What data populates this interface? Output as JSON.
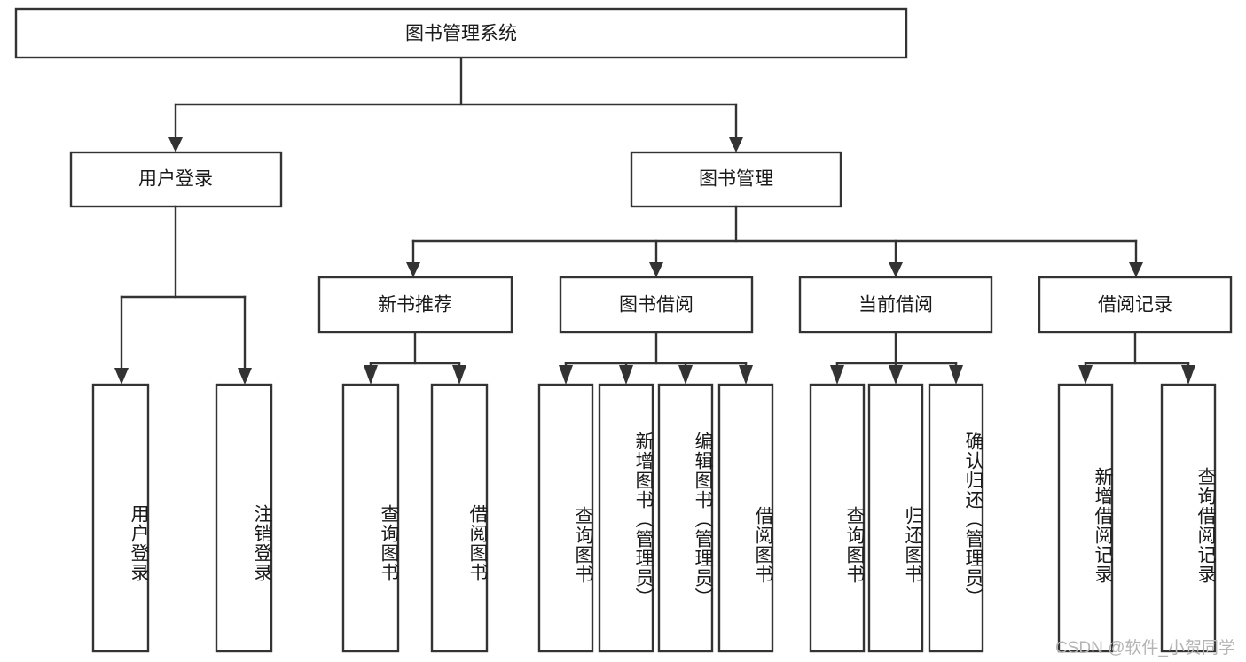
{
  "diagram": {
    "title": "图书管理系统",
    "type": "tree-hierarchy",
    "orientation": "top-down",
    "colors": {
      "box_stroke": "#333333",
      "box_fill": "#ffffff",
      "connector": "#333333",
      "text": "#1a1a1a",
      "background": "#ffffff",
      "watermark": "#b4b4b4"
    },
    "root": {
      "label": "图书管理系统"
    },
    "level2": [
      {
        "label": "用户登录"
      },
      {
        "label": "图书管理"
      }
    ],
    "level3": [
      {
        "label": "新书推荐"
      },
      {
        "label": "图书借阅"
      },
      {
        "label": "当前借阅"
      },
      {
        "label": "借阅记录"
      }
    ],
    "leaves": {
      "user_login": [
        {
          "label": "用户登录"
        },
        {
          "label": "注销登录"
        }
      ],
      "new_book_recommend": [
        {
          "label": "查询图书"
        },
        {
          "label": "借阅图书"
        }
      ],
      "book_borrow": [
        {
          "label": "查询图书"
        },
        {
          "label": "新增图书（管理员）"
        },
        {
          "label": "编辑图书（管理员）"
        },
        {
          "label": "借阅图书"
        }
      ],
      "current_borrow": [
        {
          "label": "查询图书"
        },
        {
          "label": "归还图书"
        },
        {
          "label": "确认归还（管理员）"
        }
      ],
      "borrow_record": [
        {
          "label": "新增借阅记录"
        },
        {
          "label": "查询借阅记录"
        }
      ]
    }
  },
  "watermark": {
    "text": "CSDN @软件_小贺同学"
  }
}
